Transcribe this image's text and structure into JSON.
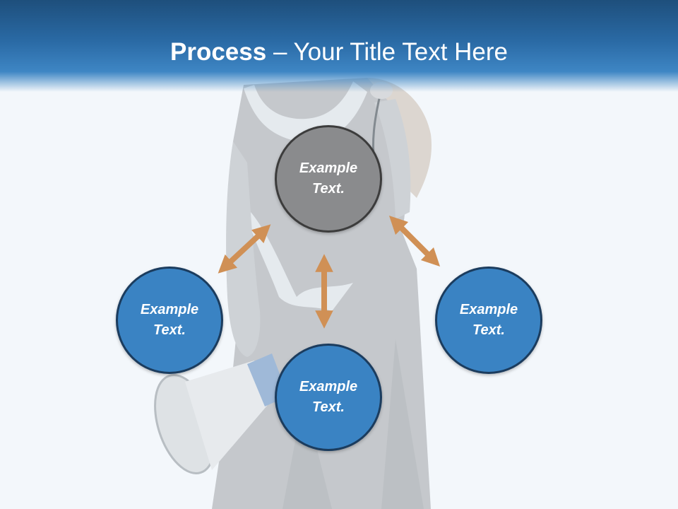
{
  "title": {
    "bold": "Process",
    "rest": " – Your Title Text Here"
  },
  "colors": {
    "header": "#2a6aa5",
    "node_blue": "#3a83c3",
    "node_gray": "#8a8b8d",
    "arrow": "#d09055",
    "background": "#f3f7fb"
  },
  "nodes": {
    "top": "Example Text.",
    "left": "Example Text.",
    "right": "Example Text.",
    "bottom": "Example Text."
  },
  "background_image": "faded photo of woman holding megaphone"
}
